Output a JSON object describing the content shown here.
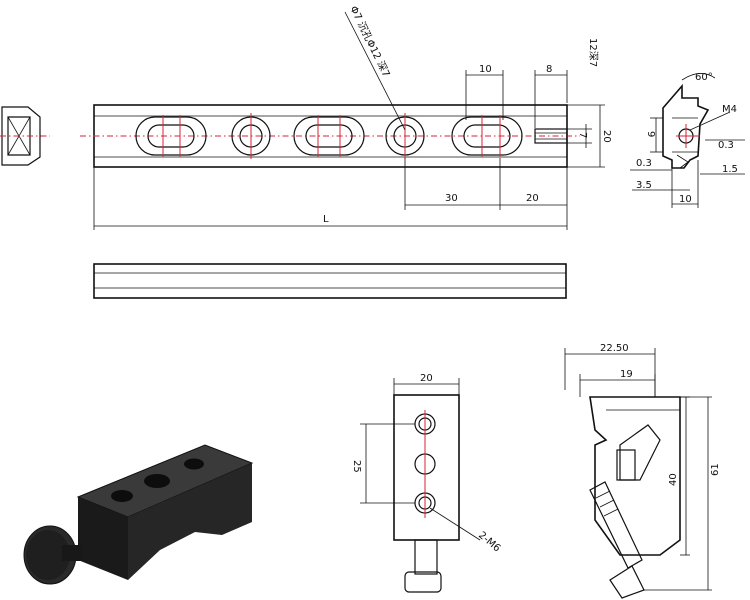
{
  "colors": {
    "line": "#111111",
    "centerline": "#d9233a",
    "block": "#1c1c1c",
    "fill": "#ffffff"
  },
  "rail": {
    "hole_callout": "Φ7 沉孔Φ12 深7",
    "counterbore_depth": "12深7",
    "dim_slot_width": "10",
    "dim_end_width": "8",
    "dim_height": "20",
    "dim_pitch": "30",
    "dim_end_offset": "20",
    "dim_length": "L"
  },
  "profile": {
    "angle": "60°",
    "thread": "M4",
    "dim_9": "9",
    "dim_0_3_right": "0.3",
    "dim_0_3_left": "0.3",
    "dim_1_5": "1.5",
    "dim_3_5": "3.5",
    "dim_10": "10",
    "dim_7": "7"
  },
  "clamp_front": {
    "dim_width": "20",
    "dim_spacing": "25",
    "thread_callout": "2-M6"
  },
  "clamp_side": {
    "dim_22_50": "22.50",
    "dim_19": "19",
    "dim_40": "40",
    "dim_61": "61"
  }
}
